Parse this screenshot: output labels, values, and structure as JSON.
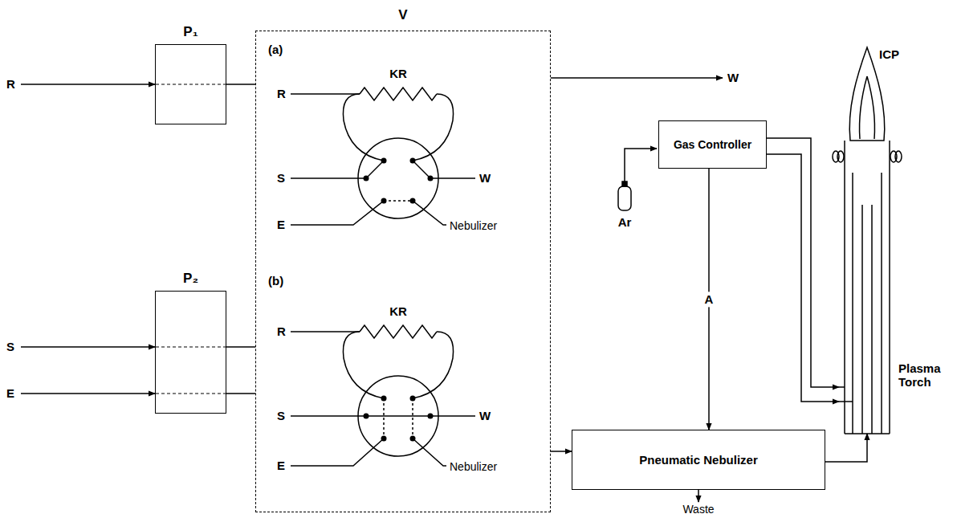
{
  "diagram": {
    "nodes": [
      {
        "text": [
          "P₁"
        ]
      },
      {
        "text": [
          "P₂"
        ]
      },
      {
        "text": [
          "V"
        ]
      },
      {
        "text": [
          "Gas Controller"
        ]
      },
      {
        "text": [
          "Pneumatic Nebulizer"
        ]
      },
      {
        "text": [
          "ICP",
          "Plasma Torch"
        ]
      }
    ],
    "edges": [
      {
        "from": 0,
        "to": 2,
        "arrow": "none"
      },
      {
        "from": 1,
        "to": 2,
        "arrow": "none"
      },
      {
        "from": 1,
        "to": 2,
        "arrow": "none"
      },
      {
        "from": 2,
        "to": 4,
        "arrow": "to"
      },
      {
        "from": 3,
        "to": 4,
        "label": "A",
        "arrow": "to"
      },
      {
        "from": 3,
        "to": 5,
        "arrow": "to"
      },
      {
        "from": 3,
        "to": 5,
        "arrow": "to"
      },
      {
        "from": 4,
        "to": 5,
        "arrow": "to"
      }
    ],
    "labels": [
      "R",
      "S",
      "E",
      "(a)",
      "KR",
      "R",
      "S",
      "W",
      "E",
      "Nebulizer",
      "(b)",
      "KR",
      "R",
      "S",
      "W",
      "E",
      "Nebulizer",
      "W",
      "Ar",
      "Waste"
    ]
  }
}
